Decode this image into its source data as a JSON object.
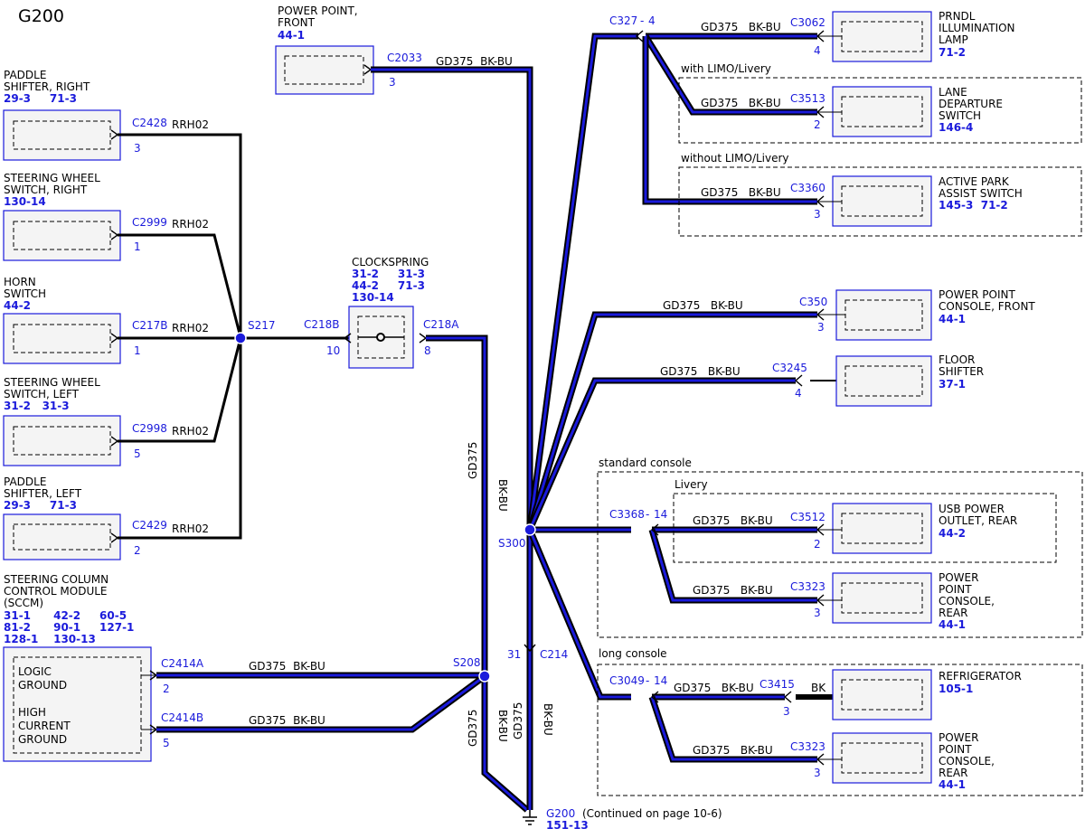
{
  "title": "G200",
  "splices": {
    "s217": "S217",
    "s300": "S300",
    "s208": "S208"
  },
  "ground": {
    "name": "G200",
    "ref": "151-13",
    "continued": "(Continued on page 10-6)"
  },
  "left_components": [
    {
      "name1": "PADDLE",
      "name2": "SHIFTER, RIGHT",
      "refs": "29-3     71-3",
      "connector": "C2428",
      "pin": "3",
      "wire": "RRH02"
    },
    {
      "name1": "STEERING WHEEL",
      "name2": "SWITCH, RIGHT",
      "refs": "130-14",
      "connector": "C2999",
      "pin": "1",
      "wire": "RRH02"
    },
    {
      "name1": "HORN",
      "name2": "SWITCH",
      "refs": "44-2",
      "connector": "C217B",
      "pin": "1",
      "wire": "RRH02"
    },
    {
      "name1": "STEERING WHEEL",
      "name2": "SWITCH, LEFT",
      "refs": "31-2   31-3",
      "connector": "C2998",
      "pin": "5",
      "wire": "RRH02"
    },
    {
      "name1": "PADDLE",
      "name2": "SHIFTER, LEFT",
      "refs": "29-3     71-3",
      "connector": "C2429",
      "pin": "2",
      "wire": "RRH02"
    }
  ],
  "sccm": {
    "name1": "STEERING COLUMN",
    "name2": "CONTROL MODULE",
    "name3": "(SCCM)",
    "refs1": "31-1      42-2     60-5",
    "refs2": "81-2      90-1     127-1",
    "refs3": "128-1    130-13",
    "logic1": "LOGIC",
    "logic2": "GROUND",
    "high1": "HIGH",
    "high2": "CURRENT",
    "high3": "GROUND",
    "conn_a": "C2414A",
    "pin_a": "2",
    "wire_a": "GD375  BK-BU",
    "conn_b": "C2414B",
    "pin_b": "5",
    "wire_b": "GD375  BK-BU"
  },
  "clockspring": {
    "name": "CLOCKSPRING",
    "refs1": "31-2     31-3",
    "refs2": "44-2     71-3",
    "refs3": "130-14",
    "conn_in": "C218B",
    "pin_in": "10",
    "conn_out": "C218A",
    "pin_out": "8",
    "wire_vertical1": "GD375",
    "wire_vertical2": "BK-BU"
  },
  "power_point_front": {
    "name1": "POWER POINT,",
    "name2": "FRONT",
    "ref": "44-1",
    "connector": "C2033",
    "pin": "3",
    "wire": "GD375  BK-BU"
  },
  "c214": {
    "connector": "C214",
    "pin": "31"
  },
  "c327": {
    "connector": "C327",
    "pin": "4"
  },
  "c3368": {
    "connector": "C3368",
    "pin": "14"
  },
  "c3049": {
    "connector": "C3049",
    "pin": "14"
  },
  "options": {
    "limo": "with LIMO/Livery",
    "no_limo": "without LIMO/Livery",
    "standard_console": "standard console",
    "livery": "Livery",
    "long_console": "long console"
  },
  "right_components": {
    "prndl": {
      "name1": "PRNDL",
      "name2": "ILLUMINATION",
      "name3": "LAMP",
      "ref": "71-2",
      "connector": "C3062",
      "pin": "4",
      "wire": "GD375   BK-BU"
    },
    "lane": {
      "name1": "LANE",
      "name2": "DEPARTURE",
      "name3": "SWITCH",
      "ref": "146-4",
      "connector": "C3513",
      "pin": "2",
      "wire": "GD375   BK-BU"
    },
    "park": {
      "name1": "ACTIVE PARK",
      "name2": "ASSIST SWITCH",
      "ref": "145-3  71-2",
      "connector": "C3360",
      "pin": "3",
      "wire": "GD375   BK-BU"
    },
    "pp_console_front": {
      "name1": "POWER POINT",
      "name2": "CONSOLE, FRONT",
      "ref": "44-1",
      "connector": "C350",
      "pin": "3",
      "wire": "GD375   BK-BU"
    },
    "floor_shifter": {
      "name1": "FLOOR",
      "name2": "SHIFTER",
      "ref": "37-1",
      "connector": "C3245",
      "pin": "4",
      "wire": "GD375   BK-BU"
    },
    "usb": {
      "name1": "USB POWER",
      "name2": "OUTLET, REAR",
      "ref": "44-2",
      "connector": "C3512",
      "pin": "2",
      "wire": "GD375   BK-BU"
    },
    "pp_console_rear_1": {
      "name1": "POWER",
      "name2": "POINT",
      "name3": "CONSOLE,",
      "name4": "REAR",
      "ref": "44-1",
      "connector": "C3323",
      "pin": "3",
      "wire": "GD375   BK-BU"
    },
    "refrigerator": {
      "name1": "REFRIGERATOR",
      "ref": "105-1",
      "connector": "C3415",
      "pin": "3",
      "wire": "GD375   BK-BU",
      "wire2": "BK"
    },
    "pp_console_rear_2": {
      "name1": "POWER",
      "name2": "POINT",
      "name3": "CONSOLE,",
      "name4": "REAR",
      "ref": "44-1",
      "connector": "C3323",
      "pin": "3",
      "wire": "GD375   BK-BU"
    }
  }
}
